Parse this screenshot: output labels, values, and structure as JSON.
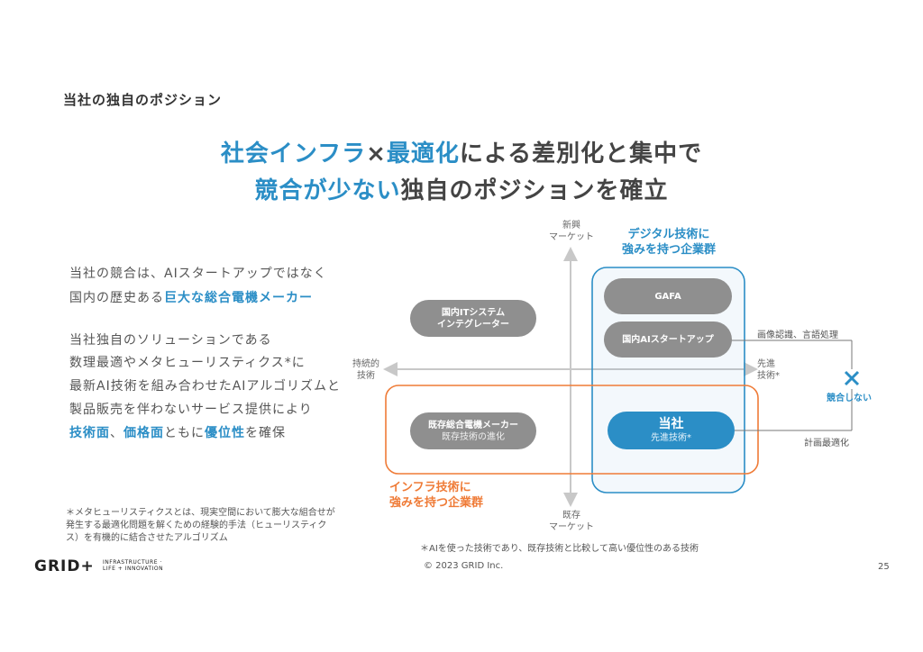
{
  "section_title": "当社の独自のポジション",
  "headline": {
    "line1_blue_a": "社会インフラ",
    "line1_mid": "×",
    "line1_blue_b": "最適化",
    "line1_rest": "による差別化と集中で",
    "line2_blue": "競合が少ない",
    "line2_rest": "独自のポジションを確立"
  },
  "body": {
    "l1": "当社の競合は、AIスタートアップではなく",
    "l2_a": "国内の歴史ある",
    "l2_b": "巨大な総合電機メーカー",
    "l3": "当社独自のソリューションである",
    "l4": "数理最適やメタヒューリスティクス*に",
    "l5": "最新AI技術を組み合わせたAIアルゴリズムと",
    "l6": "製品販売を伴わないサービス提供により",
    "l7_a": "技術面",
    "l7_b": "、",
    "l7_c": "価格面",
    "l7_d": "ともに",
    "l7_e": "優位性",
    "l7_f": "を確保"
  },
  "footnote_left": "＊メタヒューリスティクスとは、現実空間において膨大な組合せが発生する最適化問題を解くための経験的手法（ヒューリスティクス）を有機的に結合させたアルゴリズム",
  "footnote_right": "＊AIを使った技術であり、既存技術と比較して高い優位性のある技術",
  "copyright": "© 2023 GRID Inc.",
  "page_number": "25",
  "logo": {
    "main": "GRID+",
    "sub1": "INFRASTRUCTURE ·",
    "sub2": "LIFE + INNOVATION"
  },
  "axes": {
    "top_1": "新興",
    "top_2": "マーケット",
    "bottom_1": "既存",
    "bottom_2": "マーケット",
    "left_1": "持続的",
    "left_2": "技術",
    "right_1": "先進",
    "right_2": "技術*"
  },
  "groups": {
    "digital_1": "デジタル技術に",
    "digital_2": "強みを持つ企業群",
    "infra_1": "インフラ技術に",
    "infra_2": "強みを持つ企業群"
  },
  "pills": {
    "gafa": "GAFA",
    "domestic_ai": "国内AIスタートアップ",
    "it_1": "国内ITシステム",
    "it_2": "インテグレーター",
    "maker_1": "既存総合電機メーカー",
    "maker_2": "既存技術の進化",
    "grid_1": "当社",
    "grid_2": "先進技術*"
  },
  "side_labels": {
    "image": "画像認識、言語処理",
    "no_comp": "競合しない",
    "plan": "計画最適化"
  },
  "colors": {
    "blue": "#2b8ec6",
    "orange": "#ef7b37",
    "gray_pill": "#8f8f8f"
  }
}
